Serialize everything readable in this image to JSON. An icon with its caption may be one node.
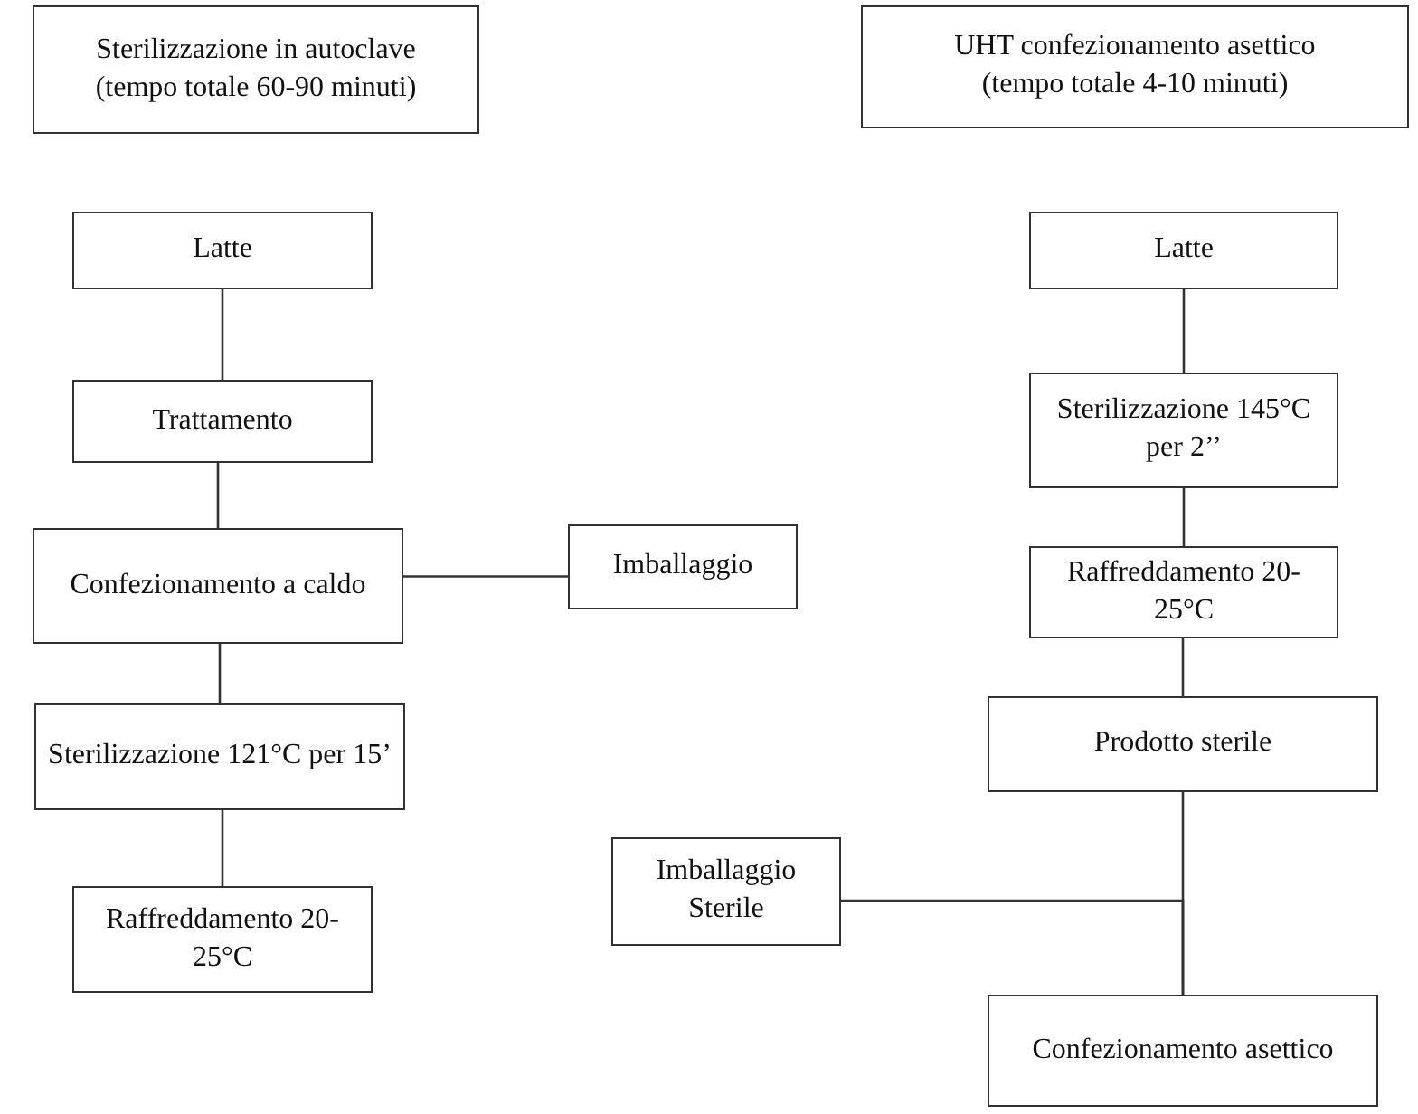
{
  "diagram": {
    "nodes": [
      {
        "text": [
          "Sterilizzazione in autoclave",
          "(tempo totale 60-90 minuti)"
        ]
      },
      {
        "text": [
          "UHT confezionamento asettico",
          "(tempo totale 4-10 minuti)"
        ]
      },
      {
        "text": [
          "Latte"
        ]
      },
      {
        "text": [
          "Trattamento"
        ]
      },
      {
        "text": [
          "Confezionamento a caldo"
        ]
      },
      {
        "text": [
          "Imballaggio"
        ]
      },
      {
        "text": [
          "Sterilizzazione 121°C per 15’"
        ]
      },
      {
        "text": [
          "Raffreddamento 20-25°C"
        ]
      },
      {
        "text": [
          "Latte"
        ]
      },
      {
        "text": [
          "Sterilizzazione 145°C per 2’’"
        ]
      },
      {
        "text": [
          "Raffreddamento 20-25°C"
        ]
      },
      {
        "text": [
          "Prodotto sterile"
        ]
      },
      {
        "text": [
          "Imballaggio Sterile"
        ]
      },
      {
        "text": [
          "Confezionamento asettico"
        ]
      }
    ],
    "edges": [
      {
        "from": 2,
        "to": 3,
        "arrow": "none"
      },
      {
        "from": 3,
        "to": 4,
        "arrow": "none"
      },
      {
        "from": 4,
        "to": 5,
        "arrow": "none"
      },
      {
        "from": 4,
        "to": 6,
        "arrow": "none"
      },
      {
        "from": 6,
        "to": 7,
        "arrow": "none"
      },
      {
        "from": 8,
        "to": 9,
        "arrow": "none"
      },
      {
        "from": 9,
        "to": 10,
        "arrow": "none"
      },
      {
        "from": 10,
        "to": 11,
        "arrow": "none"
      },
      {
        "from": 11,
        "to": 13,
        "arrow": "none"
      },
      {
        "from": 12,
        "to": 13,
        "arrow": "none"
      }
    ]
  }
}
